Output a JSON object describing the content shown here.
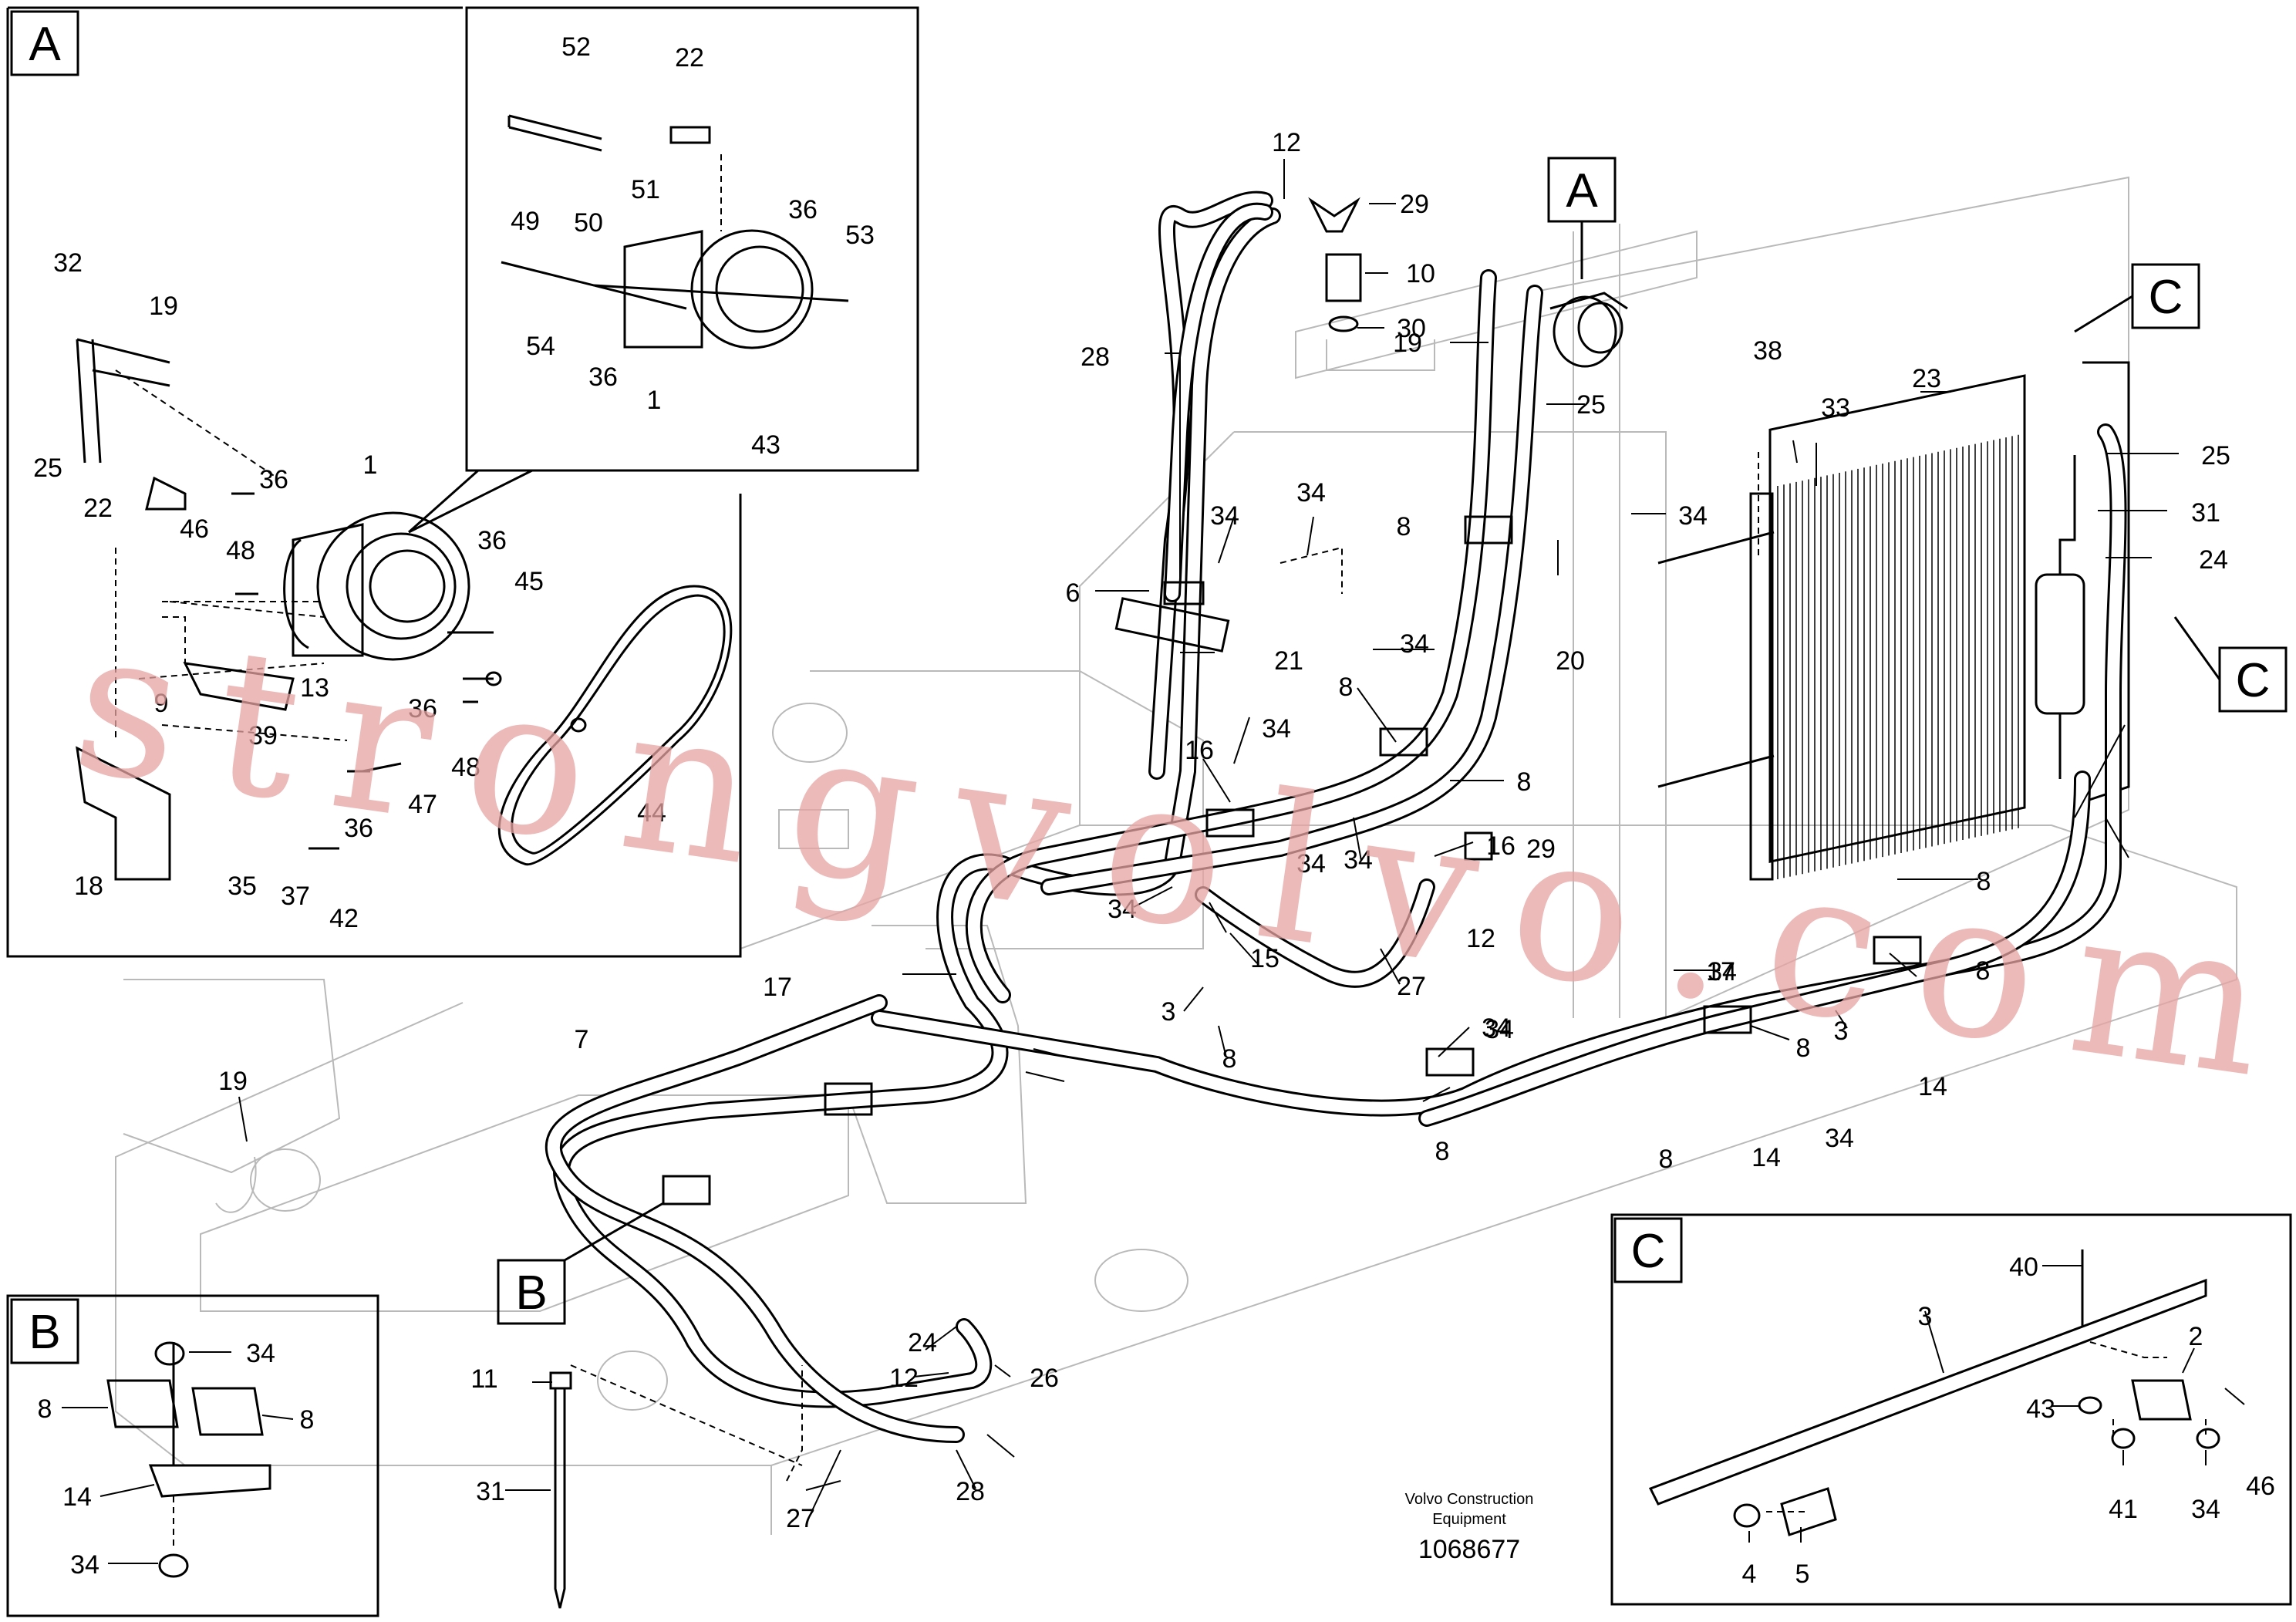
{
  "drawing": {
    "publisher_line1": "Volvo Construction",
    "publisher_line2": "Equipment",
    "drawing_number": "1068677",
    "watermark": "strongvolvo.com"
  },
  "view_markers": {
    "a": "A",
    "b": "B",
    "c": "C"
  },
  "detail_a_labels": [
    "32",
    "19",
    "25",
    "22",
    "46",
    "48",
    "36",
    "1",
    "36",
    "45",
    "13",
    "9",
    "39",
    "36",
    "47",
    "36",
    "48",
    "18",
    "35",
    "37",
    "42"
  ],
  "detail_a_zoom_labels": [
    "52",
    "22",
    "49",
    "50",
    "51",
    "36",
    "53",
    "54",
    "36",
    "1",
    "43"
  ],
  "belt_label": "44",
  "main_labels": [
    "12",
    "29",
    "10",
    "30",
    "28",
    "19",
    "25",
    "38",
    "33",
    "23",
    "25",
    "31",
    "24",
    "8",
    "34",
    "34",
    "34",
    "34",
    "6",
    "21",
    "20",
    "8",
    "34",
    "16",
    "8",
    "34",
    "34",
    "16",
    "29",
    "12",
    "15",
    "34",
    "27",
    "3",
    "8",
    "34",
    "8",
    "34",
    "8",
    "34",
    "8",
    "8",
    "14",
    "3",
    "14",
    "8",
    "34",
    "17",
    "17",
    "7",
    "19",
    "24",
    "12",
    "26",
    "11",
    "31",
    "27",
    "28"
  ],
  "detail_b_labels": [
    "34",
    "8",
    "8",
    "14",
    "34"
  ],
  "detail_c_labels": [
    "40",
    "3",
    "2",
    "43",
    "46",
    "41",
    "34",
    "4",
    "5"
  ]
}
